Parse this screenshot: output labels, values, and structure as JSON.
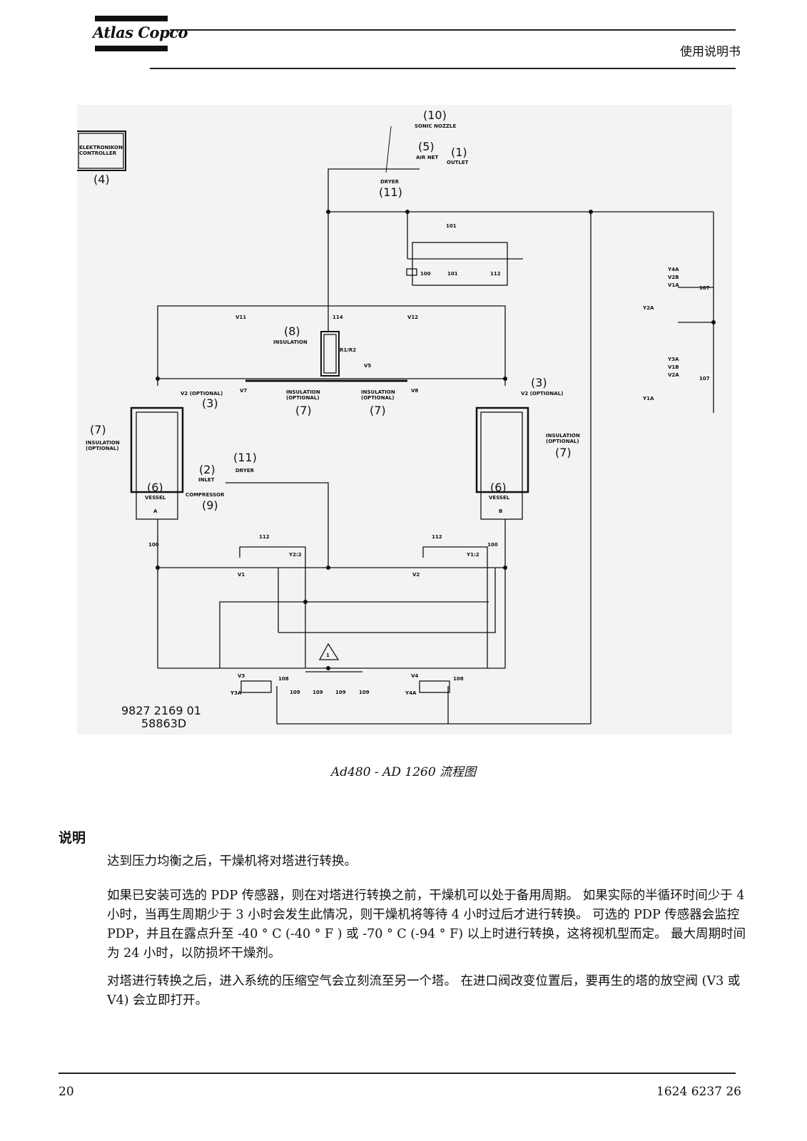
{
  "header": {
    "logo": "Atlas Copco",
    "doc_type": "使用说明书"
  },
  "diagram": {
    "controller_label_1": "ELEKTRONIKON",
    "controller_label_2": "CONTROLLER",
    "ref_numbers": {
      "n1": "(1)",
      "n2": "(2)",
      "n3a": "(3)",
      "n3b": "(3)",
      "n4": "(4)",
      "n5": "(5)",
      "n6a": "(6)",
      "n6b": "(6)",
      "n7a": "(7)",
      "n7b": "(7)",
      "n7c": "(7)",
      "n7d": "(7)",
      "n8": "(8)",
      "n9": "(9)",
      "n10": "(10)",
      "n11a": "(11)",
      "n11b": "(11)"
    },
    "labels": {
      "sonic_nozzle": "SONIC NOZZLE",
      "air_net": "AIR NET",
      "outlet": "OUTLET",
      "dryer": "DRYER",
      "inlet": "INLET",
      "compressor": "COMPRESSOR",
      "insulation": "INSULATION",
      "insulation_optional": "INSULATION",
      "optional": "(OPTIONAL)",
      "vessel": "VESSEL",
      "vessel_a": "A",
      "vessel_b": "B",
      "r1r2": "R1/R2",
      "v11": "V11",
      "v12": "V12",
      "v7": "V7",
      "v8": "V8",
      "v5": "V5",
      "v1": "V1",
      "v2": "V2",
      "v3": "V3",
      "v4": "V4",
      "v2_opt": "V2 (OPTIONAL)",
      "y2_2": "Y2:2",
      "y1_2": "Y1:2",
      "y3a": "Y3A",
      "y4a": "Y4A",
      "y2a": "Y2A",
      "y1a": "Y1A",
      "group1": [
        "Y4A",
        "V2B",
        "V1A"
      ],
      "group2": [
        "Y3A",
        "V1B",
        "V2A"
      ],
      "tag_101": "101",
      "tag_100": "100",
      "tag_112": "112",
      "tag_114": "114",
      "tag_107": "107",
      "tag_108": "108",
      "tag_109": "109",
      "warning": "1"
    },
    "drawing_no": "9827 2169 01",
    "drawing_rev": "58863D"
  },
  "caption": "Ad480 - AD 1260 流程图",
  "section_title": "说明",
  "paragraphs": [
    "达到压力均衡之后，干燥机将对塔进行转换。",
    "如果已安装可选的 PDP 传感器，则在对塔进行转换之前，干燥机可以处于备用周期。 如果实际的半循环时间少于 4 小时，当再生周期少于 3 小时会发生此情况，则干燥机将等待 4 小时过后才进行转换。 可选的 PDP 传感器会监控 PDP，并且在露点升至 -40 ° C (-40 ° F ) 或 -70 ° C (-94 ° F) 以上时进行转换，这将视机型而定。 最大周期时间为 24 小时，以防损坏干燥剂。",
    "对塔进行转换之后，进入系统的压缩空气会立刻流至另一个塔。 在进口阀改变位置后，要再生的塔的放空阀 (V3 或 V4) 会立即打开。"
  ],
  "footer": {
    "page_number": "20",
    "doc_number": "1624 6237 26"
  }
}
